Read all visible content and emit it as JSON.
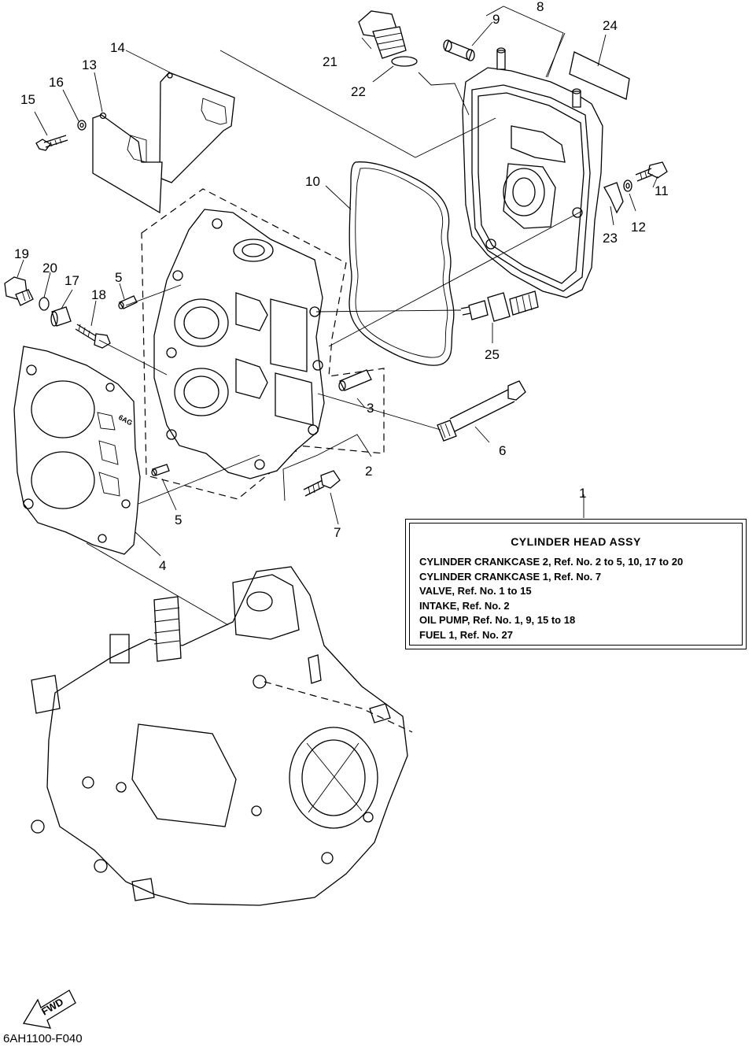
{
  "callouts": {
    "c1": "1",
    "c2": "2",
    "c3": "3",
    "c4": "4",
    "c5a": "5",
    "c5b": "5",
    "c6": "6",
    "c7": "7",
    "c8": "8",
    "c9": "9",
    "c10": "10",
    "c11": "11",
    "c12": "12",
    "c13": "13",
    "c14": "14",
    "c15": "15",
    "c16": "16",
    "c17": "17",
    "c18": "18",
    "c19": "19",
    "c20": "20",
    "c21": "21",
    "c22": "22",
    "c23": "23",
    "c24": "24",
    "c25": "25"
  },
  "note": {
    "title": "CYLINDER HEAD ASSY",
    "lines": [
      "CYLINDER CRANKCASE 2, Ref. No. 2 to 5, 10, 17 to 20",
      "CYLINDER CRANKCASE 1, Ref. No. 7",
      "VALVE, Ref. No. 1 to 15",
      "INTAKE,  Ref. No. 2",
      "OIL PUMP, Ref. No. 1, 9, 15 to 18",
      "FUEL 1,  Ref. No. 27"
    ]
  },
  "gasket_mark": "6AG",
  "fwd_label": "FWD",
  "drawing_code": "6AH1100-F040"
}
